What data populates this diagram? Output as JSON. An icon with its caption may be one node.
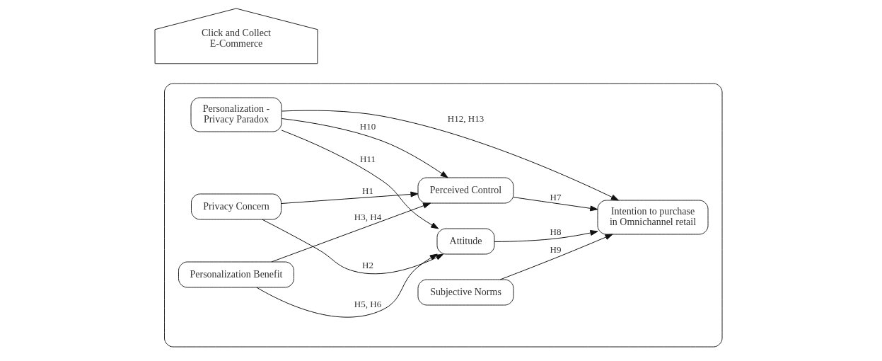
{
  "diagram": {
    "nodes": [
      {
        "text": [],
        "shape": "box"
      },
      {
        "text": [
          "Privacy Concern"
        ],
        "in": 0
      },
      {
        "text": [
          "Personalization - Privacy Paradox"
        ],
        "in": 0
      },
      {
        "text": [
          "Personalization Benefit"
        ],
        "in": 0
      },
      {
        "text": [
          "Attitude"
        ],
        "in": 0
      },
      {
        "text": [
          "Perceived Control"
        ],
        "in": 0
      },
      {
        "text": [
          "Intention to purchase in Omnichannel retail"
        ],
        "in": 0
      },
      {
        "text": [
          "Subjective Norms"
        ],
        "in": 0
      },
      {
        "text": [
          "Click and Collect",
          "E-Commerce"
        ]
      }
    ],
    "edges": [
      {
        "from": 1,
        "to": 4,
        "arrow": "to",
        "label": "H2"
      },
      {
        "from": 1,
        "to": 5,
        "arrow": "to",
        "label": "H1"
      },
      {
        "from": 2,
        "to": 4,
        "arrow": "to",
        "label": "H11"
      },
      {
        "from": 2,
        "to": 6,
        "arrow": "to",
        "label": "H12, H13"
      },
      {
        "from": 2,
        "to": 5,
        "arrow": "to",
        "label": "H10"
      },
      {
        "from": 3,
        "to": 4,
        "arrow": "to",
        "label": "H5, H6"
      },
      {
        "from": 3,
        "to": 5,
        "arrow": "to",
        "label": "H3, H4"
      },
      {
        "from": 4,
        "to": 6,
        "arrow": "to",
        "label": "H8"
      },
      {
        "from": 5,
        "to": 6,
        "arrow": "to",
        "label": "H7"
      },
      {
        "from": 7,
        "to": 6,
        "arrow": "to",
        "label": "H9"
      }
    ]
  }
}
